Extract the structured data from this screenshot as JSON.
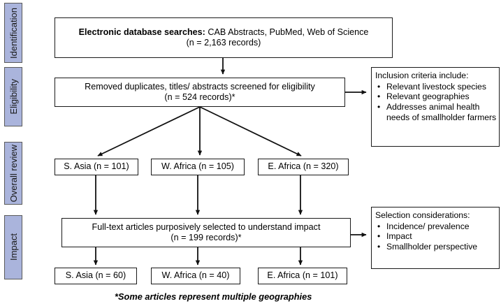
{
  "diagram": {
    "title_footnote": "*Some articles represent multiple geographies",
    "accent_color": "#aab4dc",
    "line_color": "#1a1a1a",
    "phases": [
      {
        "label": "Identification"
      },
      {
        "label": "Eligibility"
      },
      {
        "label": "Overall review"
      },
      {
        "label": "Impact"
      }
    ],
    "boxes": {
      "identification": {
        "strong": "Electronic database searches:",
        "rest": " CAB Abstracts, PubMed, Web of Science",
        "count": "(n = 2,163 records)"
      },
      "screening": {
        "line1": "Removed duplicates, titles/ abstracts screened for eligibility",
        "count": "(n = 524 records)*"
      },
      "regions_review": [
        {
          "label": "S. Asia (n = 101)"
        },
        {
          "label": "W. Africa (n = 105)"
        },
        {
          "label": "E. Africa (n = 320)"
        }
      ],
      "fulltext": {
        "line1": "Full-text articles purposively selected to understand impact",
        "count": "(n = 199 records)*"
      },
      "regions_impact": [
        {
          "label": "S. Asia (n = 60)"
        },
        {
          "label": "W. Africa (n = 40)"
        },
        {
          "label": "E. Africa (n = 101)"
        }
      ]
    },
    "side_notes": {
      "inclusion": {
        "heading": "Inclusion criteria include:",
        "items": [
          "Relevant livestock species",
          "Relevant geographies",
          "Addresses animal health needs of smallholder farmers"
        ]
      },
      "selection": {
        "heading": "Selection considerations:",
        "items": [
          "Incidence/ prevalence",
          "Impact",
          "Smallholder perspective"
        ]
      }
    }
  }
}
